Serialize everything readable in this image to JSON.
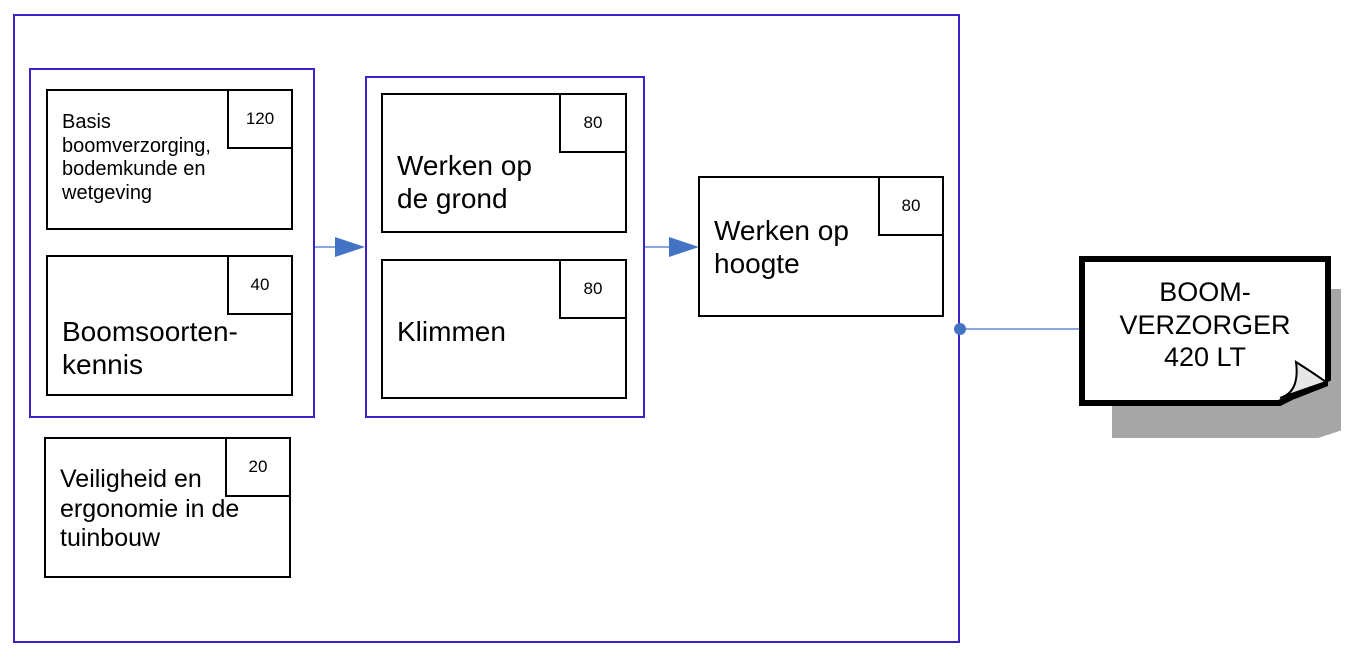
{
  "modules": {
    "basis": {
      "hours": "120",
      "title": "Basis boomverzorging, bodemkunde en wetgeving"
    },
    "boomsoorten": {
      "hours": "40",
      "title": "Boomsoorten-kennis"
    },
    "werken_grond": {
      "hours": "80",
      "title": "Werken op de grond"
    },
    "klimmen": {
      "hours": "80",
      "title": "Klimmen"
    },
    "werken_hoogte": {
      "hours": "80",
      "title": "Werken op hoogte"
    },
    "veiligheid": {
      "hours": "20",
      "title": "Veiligheid en ergonomie in de tuinbouw"
    }
  },
  "target": {
    "line1": "BOOM-",
    "line2": "VERZORGER",
    "line3": "420 LT"
  },
  "colors": {
    "group_border": "#3a22c4",
    "connector": "#4472c4",
    "shadow": "#a6a6a6"
  }
}
